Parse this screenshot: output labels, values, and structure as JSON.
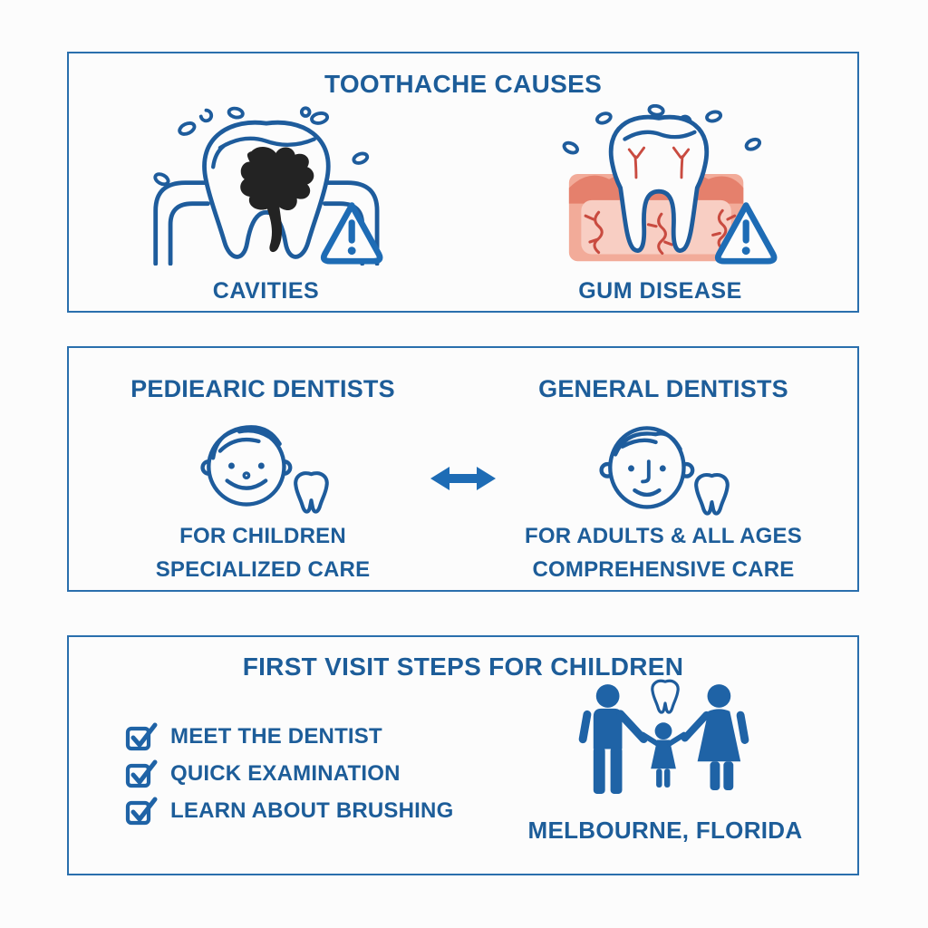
{
  "colors": {
    "panel_border": "#2a6fad",
    "text_blue": "#1d5d99",
    "icon_stroke_blue": "#1e5c9c",
    "icon_solid_blue": "#1f63a6",
    "arrow_blue": "#1e6cb5",
    "cavity_black": "#232323",
    "gum_pink_light": "#f8cec3",
    "gum_pink_mid": "#f2ab99",
    "gum_salmon_dark": "#e5806c",
    "vessel_red": "#c94b40",
    "background": "#fcfcfc"
  },
  "panel_toothache": {
    "title": "TOOTHACHE CAUSES",
    "causes": [
      {
        "label": "CAVITIES",
        "icon": "cavity-tooth-icon"
      },
      {
        "label": "GUM DISEASE",
        "icon": "gum-disease-icon"
      }
    ]
  },
  "panel_dentists": {
    "left": {
      "title": "PEDIEARIC DENTISTS",
      "line1": "FOR CHILDREN",
      "line2": "SPECIALIZED CARE",
      "icon": "child-face-icon"
    },
    "right": {
      "title": "GENERAL DENTISTS",
      "line1": "FOR ADULTS & ALL AGES",
      "line2": "COMPREHENSIVE CARE",
      "icon": "adult-face-icon"
    },
    "divider_icon": "double-arrow-icon"
  },
  "panel_first_visit": {
    "title": "FIRST VISIT STEPS FOR CHILDREN",
    "checklist": [
      {
        "label": "MEET THE DENTIST",
        "checked": true
      },
      {
        "label": "QUICK EXAMINATION",
        "checked": true
      },
      {
        "label": "LEARN ABOUT BRUSHING",
        "checked": true
      }
    ],
    "icon": "family-icon",
    "location": "MELBOURNE, FLORIDA"
  }
}
